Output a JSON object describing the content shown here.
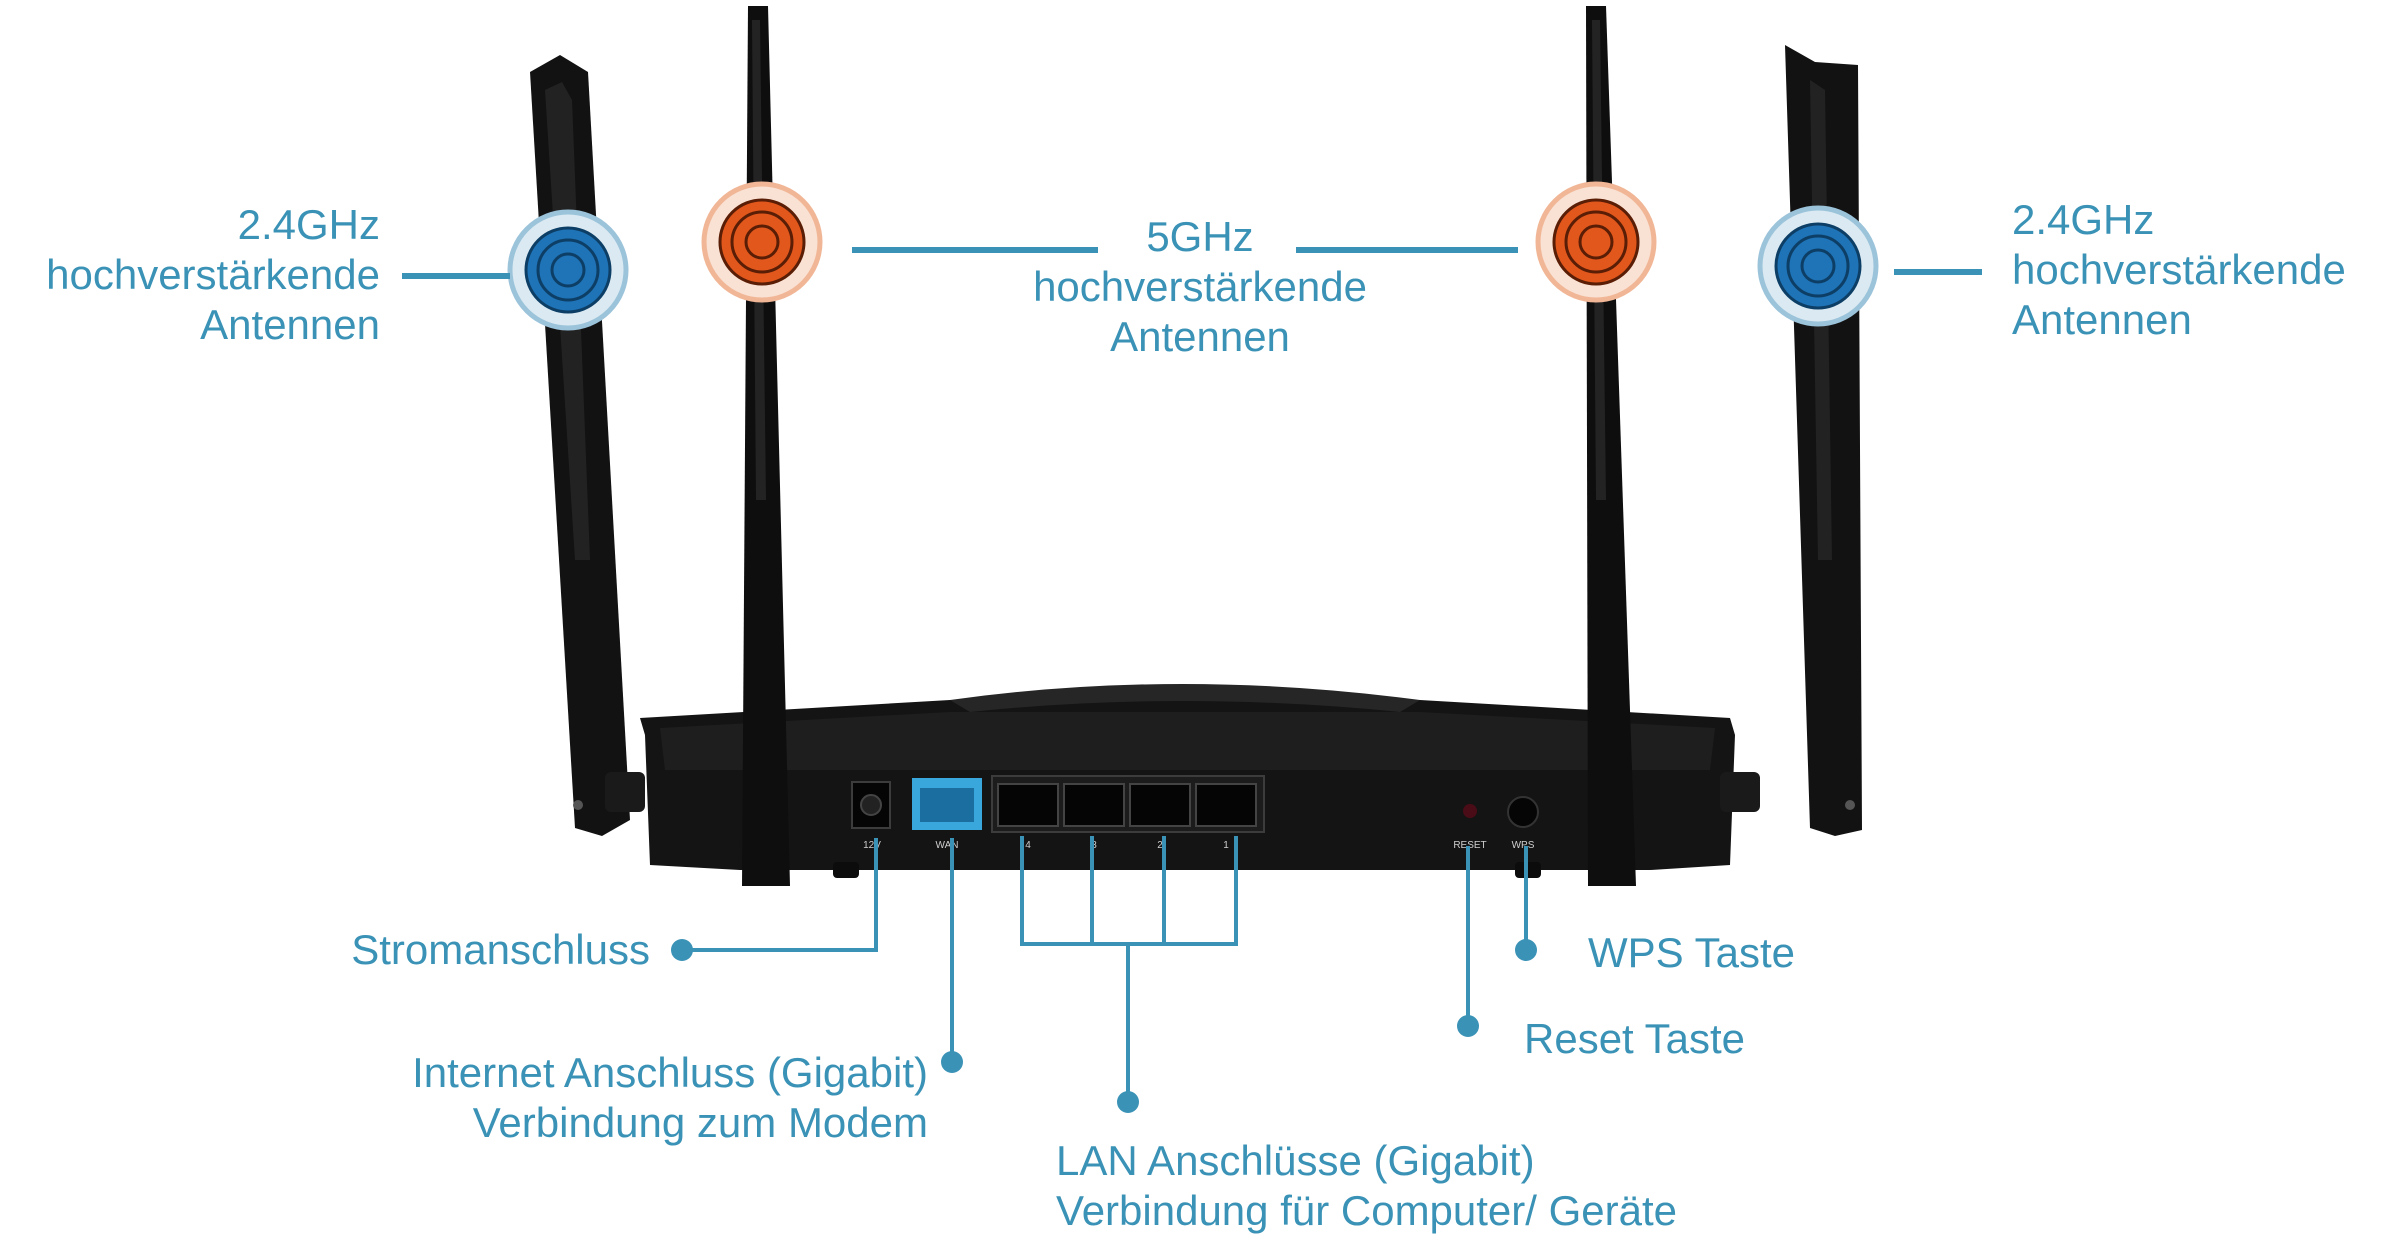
{
  "colors": {
    "label_text": "#3a92b6",
    "connector_line": "#3a92b6",
    "band_24ghz_marker": "#1f73b7",
    "band_5ghz_marker": "#e2571c",
    "router_body": "#111111"
  },
  "antennas": {
    "left_24": [
      "2.4GHz",
      "hochverstärkende",
      "Antennen"
    ],
    "center_5": [
      "5GHz",
      "hochverstärkende",
      "Antennen"
    ],
    "right_24": [
      "2.4GHz",
      "hochverstärkende",
      "Antennen"
    ]
  },
  "port_marks": {
    "power": "12V",
    "wan": "WAN",
    "lan": [
      "4",
      "3",
      "2",
      "1"
    ],
    "reset": "RESET",
    "wps": "WPS"
  },
  "callouts": {
    "power": "Stromanschluss",
    "wan": [
      "Internet Anschluss (Gigabit)",
      "Verbindung zum Modem"
    ],
    "lan": [
      "LAN Anschlüsse (Gigabit)",
      "Verbindung für  Computer/ Geräte"
    ],
    "wps": "WPS Taste",
    "reset": "Reset Taste"
  }
}
